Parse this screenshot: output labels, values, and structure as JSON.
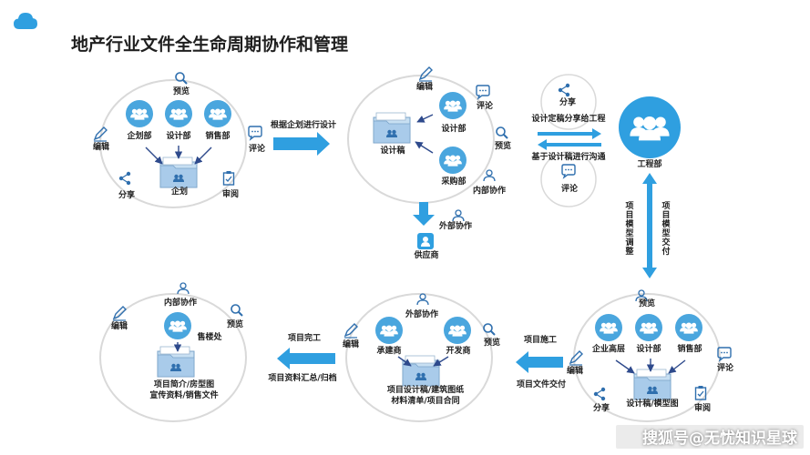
{
  "title": "地产行业文件全生命周期协作和管理",
  "watermark": "搜狐号@无忧知识星球",
  "colors": {
    "accent": "#2f9fe0",
    "icon_dark": "#3a7fc1",
    "text": "#222222",
    "ellipse": "#d9d9d9"
  },
  "stage1": {
    "preview": "预览",
    "planning": "企划部",
    "design": "设计部",
    "sales": "销售部",
    "edit": "编辑",
    "comment": "评论",
    "share": "分享",
    "review": "审阅",
    "doc": "企划"
  },
  "arrow1": {
    "label": "根据企划进行设计"
  },
  "stage2": {
    "edit": "编辑",
    "comment": "评论",
    "design": "设计部",
    "preview": "预览",
    "doc": "设计稿",
    "purchase": "采购部",
    "internal": "内部协作"
  },
  "supplier": {
    "external": "外部协作",
    "name": "供应商"
  },
  "mid": {
    "share": "分享",
    "label_right": "设计定稿分享给工程",
    "label_left": "基于设计稿进行沟通",
    "comment": "评论"
  },
  "engineering": {
    "name": "工程部"
  },
  "vertical": {
    "left": "项目模型调整",
    "right": "项目模型交付"
  },
  "stage4": {
    "preview": "预览",
    "exec": "企业高层",
    "design": "设计部",
    "sales": "销售部",
    "edit": "编辑",
    "comment": "评论",
    "share": "分享",
    "review": "审阅",
    "doc": "设计稿/模型图"
  },
  "arrow4": {
    "top": "项目施工",
    "bottom": "项目文件交付"
  },
  "stage5": {
    "external": "外部协作",
    "edit": "编辑",
    "preview": "预览",
    "contractor": "承建商",
    "developer": "开发商",
    "doc_line1": "项目设计稿/建筑图纸",
    "doc_line2": "材料清单/项目合同"
  },
  "arrow5": {
    "top": "项目完工",
    "bottom": "项目资料汇总/归档"
  },
  "stage6": {
    "internal": "内部协作",
    "edit": "编辑",
    "preview": "预览",
    "sales": "售楼处",
    "doc_line1": "项目简介/房型图",
    "doc_line2": "宣传资料/销售文件"
  }
}
